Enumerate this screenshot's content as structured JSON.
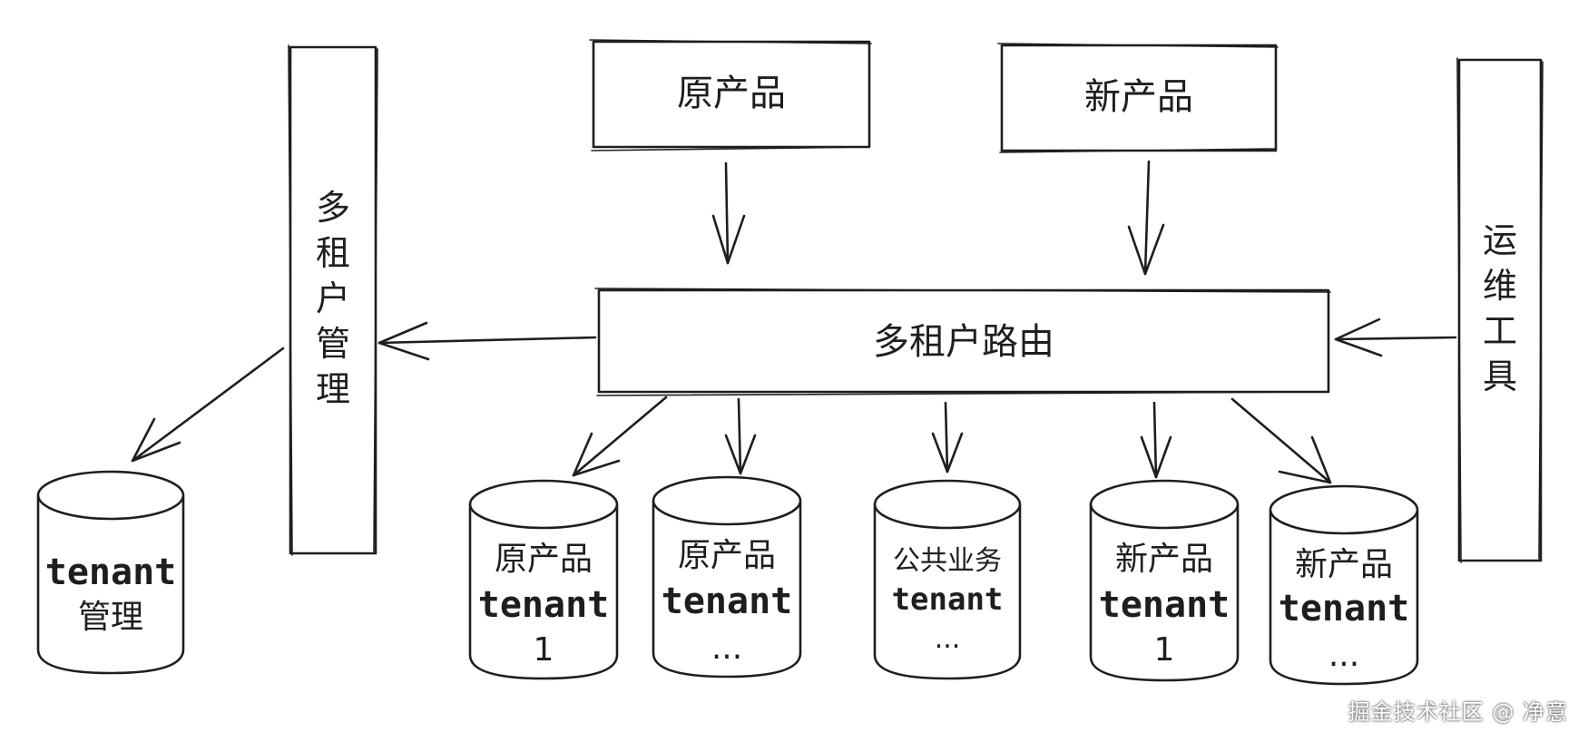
{
  "nodes": {
    "original_product": "原产品",
    "new_product": "新产品",
    "tenant_router": "多租户路由",
    "tenant_management": [
      "多",
      "租",
      "户",
      "管",
      "理"
    ],
    "ops_tools": [
      "运",
      "维",
      "工",
      "具"
    ]
  },
  "databases": {
    "tenant_mgmt": {
      "line1": "tenant",
      "line2": "管理"
    },
    "orig_tenant_1": {
      "line1": "原产品",
      "line2": "tenant",
      "line3": "1"
    },
    "orig_tenant_etc": {
      "line1": "原产品",
      "line2": "tenant",
      "line3": "..."
    },
    "common_tenant": {
      "line1": "公共业务",
      "line2": "tenant",
      "line3": "..."
    },
    "new_tenant_1": {
      "line1": "新产品",
      "line2": "tenant",
      "line3": "1"
    },
    "new_tenant_etc": {
      "line1": "新产品",
      "line2": "tenant",
      "line3": "..."
    }
  },
  "watermark": "掘金技术社区 @ 净意"
}
